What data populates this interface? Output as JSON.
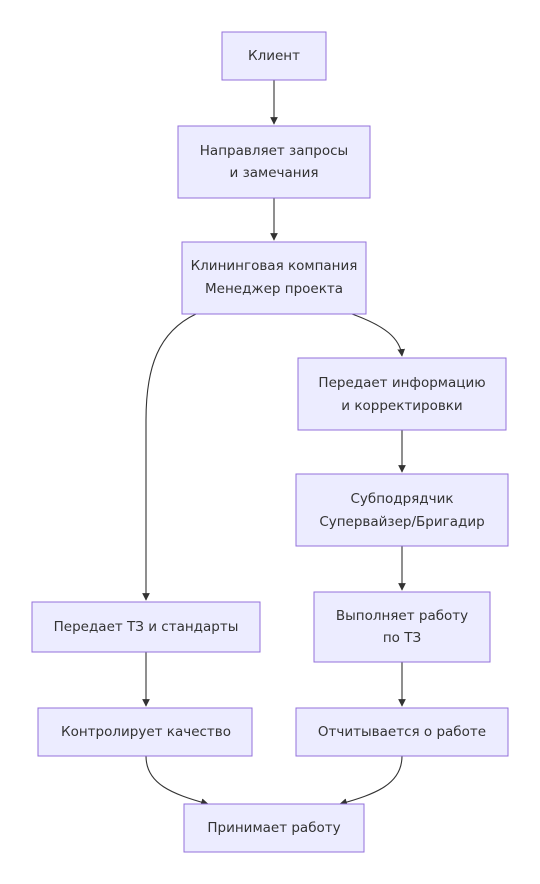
{
  "nodes": {
    "client": {
      "lines": [
        "Клиент"
      ]
    },
    "sends_requests": {
      "lines": [
        "Направляет запросы",
        "и замечания"
      ]
    },
    "cleaning_company": {
      "lines": [
        "Клининговая компания",
        "Менеджер проекта"
      ]
    },
    "passes_info": {
      "lines": [
        "Передает информацию",
        "и корректировки"
      ]
    },
    "subcontractor": {
      "lines": [
        "Субподрядчик",
        "Супервайзер/Бригадир"
      ]
    },
    "performs_work": {
      "lines": [
        "Выполняет работу",
        "по ТЗ"
      ]
    },
    "passes_tz": {
      "lines": [
        "Передает ТЗ и стандарты"
      ]
    },
    "controls_quality": {
      "lines": [
        "Контролирует качество"
      ]
    },
    "reports_work": {
      "lines": [
        "Отчитывается о работе"
      ]
    },
    "accepts_work": {
      "lines": [
        "Принимает работу"
      ]
    }
  },
  "edges": [
    [
      "client",
      "sends_requests"
    ],
    [
      "sends_requests",
      "cleaning_company"
    ],
    [
      "cleaning_company",
      "passes_info"
    ],
    [
      "cleaning_company",
      "passes_tz"
    ],
    [
      "passes_info",
      "subcontractor"
    ],
    [
      "subcontractor",
      "performs_work"
    ],
    [
      "performs_work",
      "reports_work"
    ],
    [
      "passes_tz",
      "controls_quality"
    ],
    [
      "controls_quality",
      "accepts_work"
    ],
    [
      "reports_work",
      "accepts_work"
    ]
  ],
  "colors": {
    "node_fill": "#ECECFF",
    "node_stroke": "#9370DB",
    "edge": "#333333",
    "text": "#333333"
  }
}
